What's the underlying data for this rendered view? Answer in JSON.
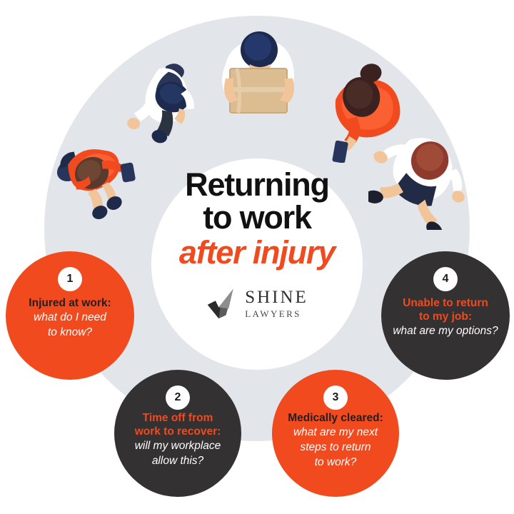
{
  "graphic": {
    "name": "Returning to work after injury infographic",
    "background_color": "#ffffff",
    "ring_color": "#e2e6ea",
    "inner_disc_color": "#ffffff"
  },
  "center": {
    "title_line_1": "Returning",
    "title_line_2": "to work",
    "title_accent": "after injury",
    "title_color": "#111111",
    "accent_color": "#f04a1e"
  },
  "logo": {
    "mark": "shine-checkmark-icon",
    "primary": "SHINE",
    "secondary": "LAWYERS",
    "color": "#2f2f2f"
  },
  "steps": [
    {
      "number": "1",
      "heading": "Injured at work:",
      "subtext_lines": [
        "what do I need",
        "to know?"
      ],
      "circle_color": "#f04a1e",
      "heading_color": "#231f20",
      "subtext_color": "#ffffff"
    },
    {
      "number": "2",
      "heading_lines": [
        "Time off from",
        "work to recover:"
      ],
      "subtext_lines": [
        "will my workplace",
        "allow this?"
      ],
      "circle_color": "#333132",
      "heading_color": "#f04a1e",
      "subtext_color": "#ffffff"
    },
    {
      "number": "3",
      "heading": "Medically cleared:",
      "subtext_lines": [
        "what are my next",
        "steps to return",
        "to work?"
      ],
      "circle_color": "#f04a1e",
      "heading_color": "#231f20",
      "subtext_color": "#ffffff"
    },
    {
      "number": "4",
      "heading_lines": [
        "Unable to return",
        "to my job:"
      ],
      "subtext_lines": [
        "what are my options?"
      ],
      "circle_color": "#333132",
      "heading_color": "#f04a1e",
      "subtext_color": "#ffffff"
    }
  ],
  "people": [
    {
      "id": "person-orange-backpack-left",
      "description": "person walking with orange top and navy backpack",
      "hair": "#5a3a2e",
      "top": "#f04a1e",
      "accent": "#1d2a4a"
    },
    {
      "id": "person-navy-bag-upper-left",
      "description": "person walking with white shirt and navy bag",
      "hair": "#1b2a4e",
      "top": "#ffffff",
      "accent": "#2b3656"
    },
    {
      "id": "person-carrying-box-top",
      "description": "person carrying a cardboard box",
      "hair": "#1b2a4e",
      "top": "#ffffff",
      "accent": "#d8b98c"
    },
    {
      "id": "person-phone-upper-right",
      "description": "person in orange top looking at phone",
      "hair": "#3b2220",
      "top": "#f04a1e",
      "accent": "#27345c"
    },
    {
      "id": "person-skirt-right",
      "description": "person with auburn hair, white top and navy skirt",
      "hair": "#8e3b2e",
      "top": "#ffffff",
      "accent": "#222b45"
    }
  ]
}
